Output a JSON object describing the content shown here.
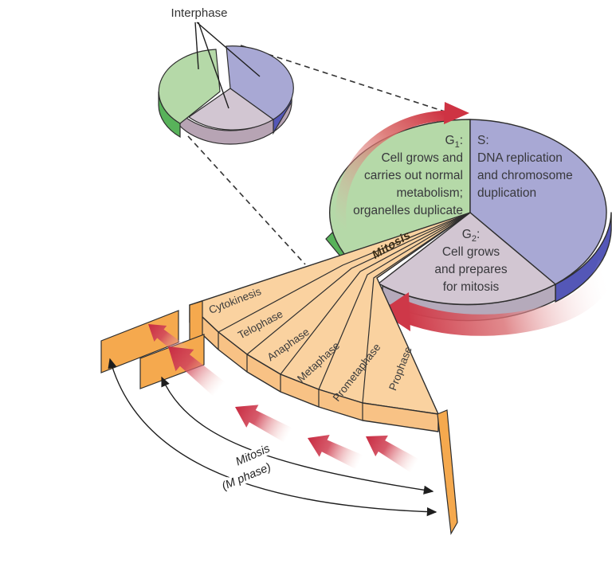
{
  "title": {
    "interphase_label": "Interphase"
  },
  "big_pie": {
    "g1": {
      "symbol": "G",
      "subscript": "1",
      "suffix": ":",
      "lines": [
        "Cell grows and",
        "carries out normal",
        "metabolism;",
        "organelles duplicate"
      ]
    },
    "s": {
      "symbol": "S",
      "suffix": ":",
      "lines": [
        "DNA replication",
        "and chromosome",
        "duplication"
      ]
    },
    "g2": {
      "symbol": "G",
      "subscript": "2",
      "suffix": ":",
      "lines": [
        "Cell grows",
        "and prepares",
        "for mitosis"
      ]
    }
  },
  "fan": {
    "neck_label": "Mitosis",
    "phases": [
      "Cytokinesis",
      "Telophase",
      "Anaphase",
      "Metaphase",
      "Prometaphase",
      "Prophase"
    ]
  },
  "bottom_bracket": {
    "line1": "Mitosis",
    "line2": "(M phase)"
  },
  "colors": {
    "g1_green": "#b5d9a8",
    "g1_green_side": "#58b25a",
    "s_blue": "#a8a8d4",
    "s_blue_side": "#5457b7",
    "g2_lavender": "#d2c6d2",
    "g2_lavender_side": "#b5aabb",
    "fan_orange": "#fad2a0",
    "fan_orange_side": "#f8c285",
    "flag_orange": "#f5a94e",
    "arrow_red": "#ce3343",
    "outline": "#2e2e2e"
  }
}
